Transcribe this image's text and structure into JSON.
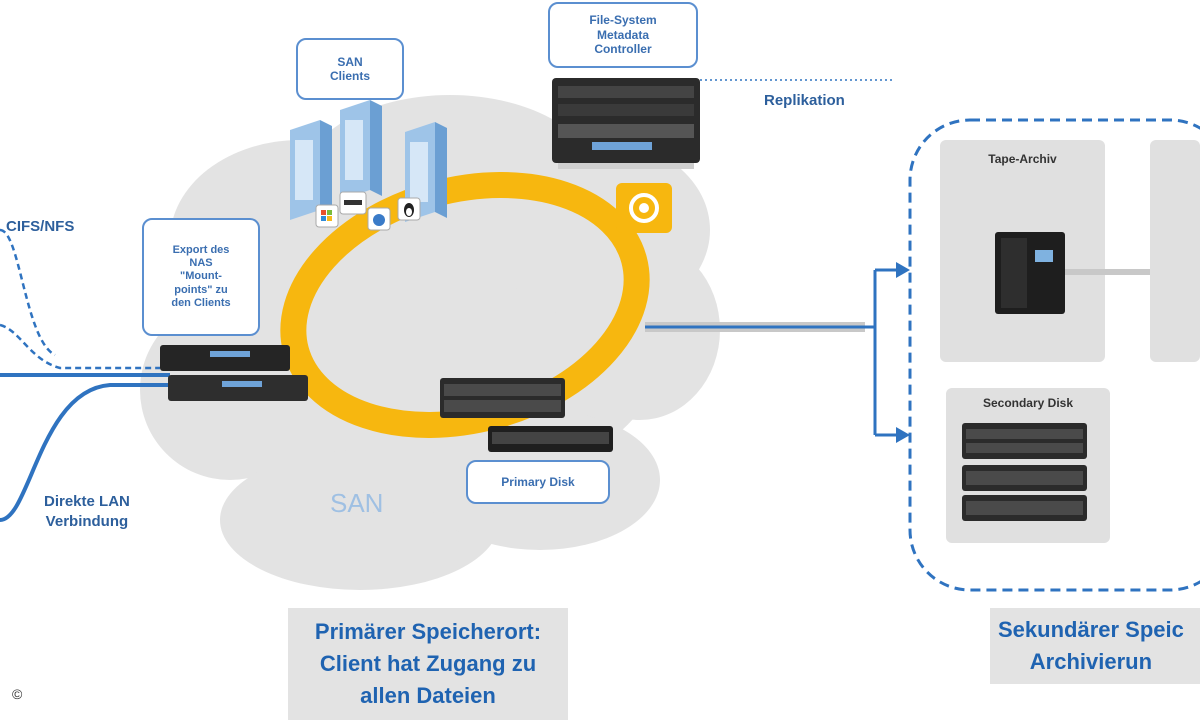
{
  "labels": {
    "cifs_nfs": "CIFS/NFS",
    "direkte_lan": "Direkte LAN\nVerbindung",
    "replikation": "Replikation",
    "san": "SAN"
  },
  "callouts": {
    "san_clients": "SAN\nClients",
    "fs_controller": "File-System\nMetadata\nController",
    "nas_export": "Export des\nNAS\n\"Mount-\npoints\" zu\nden Clients",
    "primary_disk": "Primary Disk"
  },
  "secondary": {
    "tape_archiv": "Tape-Archiv",
    "secondary_disk": "Secondary Disk"
  },
  "captions": {
    "primary": "Primärer Speicherort:\nClient hat Zugang zu\nallen Dateien",
    "secondary": "Sekundärer Speic\nArchivierun"
  },
  "copyright": "©",
  "colors": {
    "ring": "#f7b70f",
    "link": "#2f73c0",
    "cloud": "#e3e3e3",
    "label": "#2d5f9c",
    "caption": "#1f63b1"
  },
  "icons": [
    "windows-icon",
    "apple-icon",
    "linux-icon",
    "unix-icon",
    "replication-icon"
  ]
}
